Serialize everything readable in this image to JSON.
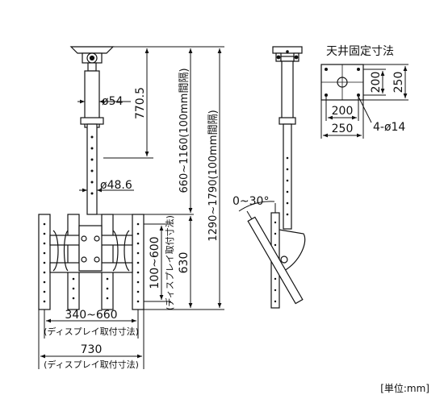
{
  "drawing": {
    "unit_label": "[単位:mm]",
    "front_view": {
      "pole_upper_diameter": "ø54",
      "pole_lower_diameter": "ø48.6",
      "upper_length": "770.5",
      "adjust_range_mid": "660~1160(100mm間隔)",
      "adjust_range_full": "1290~1790(100mm間隔)",
      "vertical_display_range": "100~600",
      "vertical_display_note": "(ディスプレイ取付寸法)",
      "bracket_height": "630",
      "horizontal_display_range": "340~660",
      "horizontal_display_note": "(ディスプレイ取付寸法)",
      "overall_width": "730",
      "overall_width_note": "(ディスプレイ取付寸法)"
    },
    "side_view": {
      "tilt_angle": "0~30°"
    },
    "ceiling_plate": {
      "title": "天井固定寸法",
      "hole_pitch_vertical": "200",
      "plate_height": "250",
      "hole_pitch_horizontal": "200",
      "plate_width": "250",
      "holes": "4-ø14"
    }
  }
}
